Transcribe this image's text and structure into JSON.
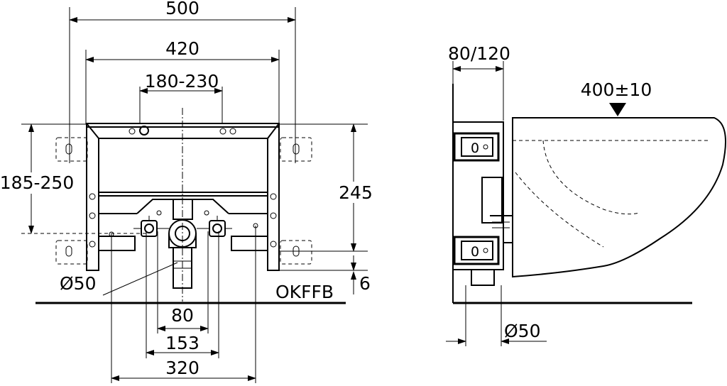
{
  "front_view": {
    "dim_total_width": "500",
    "dim_frame_width": "420",
    "dim_fixing_spacing": "180-230",
    "dim_height_range": "185-250",
    "dim_height": "245",
    "dim_offset": "6",
    "label_floor": "OKFFB",
    "dim_drain": "Ø50",
    "dim_pipe_spacing": "80",
    "dim_valve_spacing": "153",
    "dim_base_width": "320"
  },
  "side_view": {
    "dim_depth": "80/120",
    "dim_bowl_height": "400±10",
    "dim_drain": "Ø50",
    "bracket_glyph_top": "0",
    "bracket_glyph_bottom": "0"
  }
}
